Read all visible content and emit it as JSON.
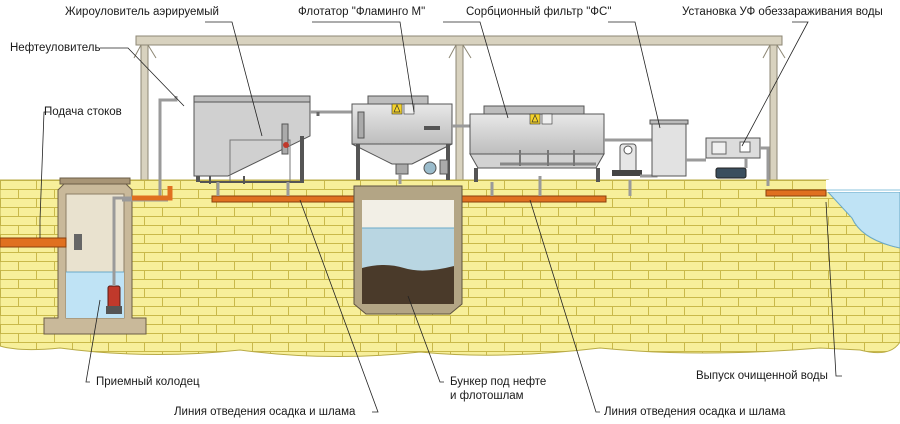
{
  "labels": {
    "fat_separator": "Жироуловитель аэрируемый",
    "flotator": "Флотатор \"Фламинго М\"",
    "sorption_filter": "Сорбционный фильтр \"ФС\"",
    "uv_unit": "Установка УФ обеззараживания воды",
    "oil_separator": "Нефтеуловитель",
    "inflow": "Подача стоков",
    "receiving_well": "Приемный колодец",
    "sludge_line_left": "Линия отведения осадка и шлама",
    "bunker_line1": "Бункер под нефте",
    "bunker_line2": "и флотошлам",
    "sludge_line_right": "Линия отведения осадка и шлама",
    "outlet": "Выпуск очищенной воды"
  },
  "colors": {
    "ground": "#f7ef9a",
    "brick_line": "#c9b94a",
    "pipe_orange": "#e07020",
    "water": "#bfe3f5",
    "sludge": "#4a3a2a",
    "tank_grey": "#d4d4d4",
    "frame": "#c8c2b0"
  },
  "icons": [
    "pump-icon",
    "warning-sign-icon"
  ]
}
